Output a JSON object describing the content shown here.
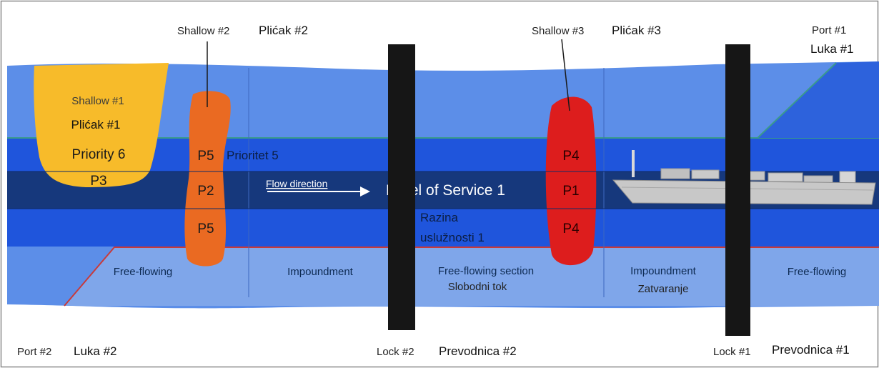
{
  "labels": {
    "shallow2_en": "Shallow #2",
    "shallow2_hr": "Plićak #2",
    "shallow3_en": "Shallow #3",
    "shallow3_hr": "Plićak #3",
    "port1_en": "Port #1",
    "port1_hr": "Luka #1",
    "port2_en": "Port #2",
    "port2_hr": "Luka #2",
    "lock2_en": "Lock #2",
    "lock2_hr": "Prevodnica #2",
    "lock1_en": "Lock #1",
    "lock1_hr": "Prevodnica #1",
    "shallow1_en": "Shallow #1",
    "shallow1_hr": "Plićak #1",
    "priority6": "Priority 6",
    "p3": "P3",
    "s2_top": "P5",
    "s2_mid": "P2",
    "s2_bot": "P5",
    "prioritet5": "Prioritet 5",
    "flow_direction": "Flow direction",
    "level_of_service": "Level of Service 1",
    "razina_line1": "Razina",
    "razina_line2": "uslužnosti 1",
    "s3_top": "P4",
    "s3_mid": "P1",
    "s3_bot": "P4",
    "zone_free_flowing_left": "Free-flowing",
    "zone_impoundment_left": "Impoundment",
    "zone_free_flowing_section": "Free-flowing section",
    "zone_slobodni_tok": "Slobodni tok",
    "zone_impoundment_right": "Impoundment",
    "zone_zatvaranje": "Zatvaranje",
    "zone_free_flowing_right": "Free-flowing"
  },
  "colors": {
    "river_light": "#5c8ee8",
    "river_mid": "#1f55dc",
    "channel_dark": "#16387c",
    "floodplain": "#7fa6ea",
    "shallow1": "#f7bb2a",
    "shallow2": "#ea6a22",
    "shallow3": "#dd1d1d",
    "lock": "#161616",
    "ship": "#c8c8c8",
    "red_line": "#c83a3a",
    "teal_line": "#3a9a8c"
  }
}
